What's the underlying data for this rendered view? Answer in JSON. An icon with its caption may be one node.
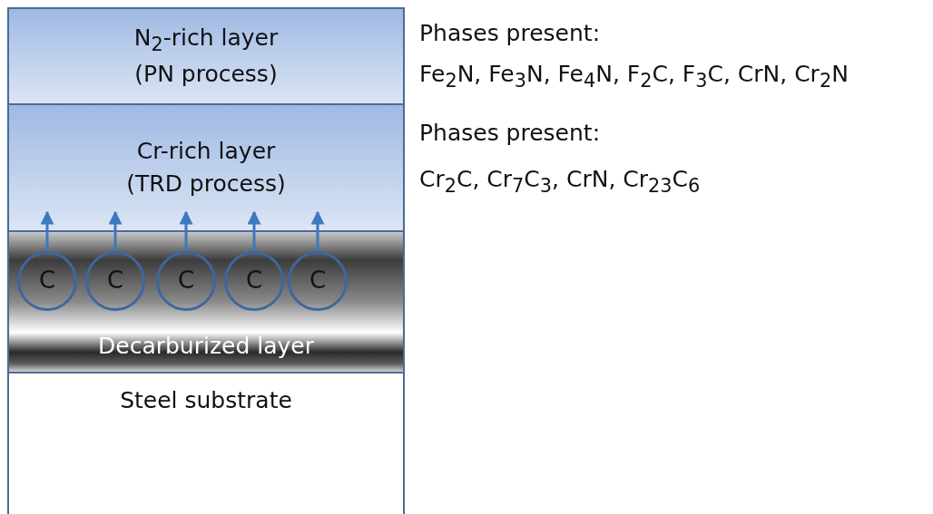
{
  "diagram": {
    "nodes": [
      {
        "text": [
          "N$_{2}$-rich layer",
          "(PN process)"
        ]
      },
      {
        "text": [
          "Cr-rich layer",
          "(TRD process)"
        ]
      },
      {
        "text": [
          "Decarburized layer"
        ]
      },
      {
        "text": [
          "Steel substrate"
        ]
      },
      {
        "text": [
          "C"
        ],
        "in": 2
      },
      {
        "text": [
          "C"
        ],
        "in": 2
      },
      {
        "text": [
          "C"
        ],
        "in": 2
      },
      {
        "text": [
          "C"
        ],
        "in": 2
      },
      {
        "text": [
          "C"
        ],
        "in": 2
      }
    ],
    "edges": [
      {
        "from": 4,
        "to": 1,
        "arrow": "to"
      },
      {
        "from": 5,
        "to": 1,
        "arrow": "to"
      },
      {
        "from": 6,
        "to": 1,
        "arrow": "to"
      },
      {
        "from": 7,
        "to": 1,
        "arrow": "to"
      },
      {
        "from": 8,
        "to": 1,
        "arrow": "to"
      }
    ],
    "labels": [
      "Phases present:",
      "Fe$_{2}$N, Fe$_{3}$N, Fe$_{4}$N, F$_{2}$C, F$_{3}$C, CrN, Cr$_{2}$N",
      "Phases present:",
      "Cr$_{2}$C, Cr$_{7}$C$_{3}$, CrN, Cr$_{23}$C$_{6}$"
    ]
  }
}
